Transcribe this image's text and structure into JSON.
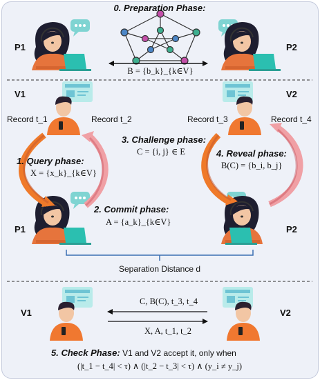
{
  "preparation": {
    "title": "0. Preparation Phase:",
    "p1": "P1",
    "p2": "P2",
    "bits": "B = {b_k}_{k∈V}"
  },
  "middle": {
    "v1": "V1",
    "v2": "V2",
    "p1": "P1",
    "p2": "P2",
    "record_t1": "Record t_1",
    "record_t2": "Record t_2",
    "record_t3": "Record t_3",
    "record_t4": "Record t_4",
    "query_title": "1. Query phase:",
    "query_formula": "X = {x_k}_{k∈V}",
    "commit_title": "2. Commit phase:",
    "commit_formula": "A = {a_k}_{k∈V}",
    "challenge_title": "3. Challenge phase:",
    "challenge_formula": "C = {i, j} ∈ E",
    "reveal_title": "4. Reveal phase:",
    "reveal_formula": "B(C) = {b_i, b_j}",
    "separation": "Separation Distance d"
  },
  "check": {
    "v1": "V1",
    "v2": "V2",
    "msg_to_v1": "C, B(C), t_3, t_4",
    "msg_to_v2": "X, A, t_1, t_2",
    "title": "5. Check Phase:",
    "text": "V1 and V2 accept it, only when",
    "condition": "(|t_1 − t_4| < τ) ∧ (|t_2 − t_3| < τ) ∧ (y_i ≠ y_j)"
  },
  "colors": {
    "background": "#eef1f8",
    "orange_arrow": "#ef7a2a",
    "pink_arrow": "#f0a0a5",
    "brown_arrow": "#c2562f",
    "dark_red_arrow": "#c0404c",
    "bracket": "#3a6fb3",
    "divider": "#555555"
  }
}
